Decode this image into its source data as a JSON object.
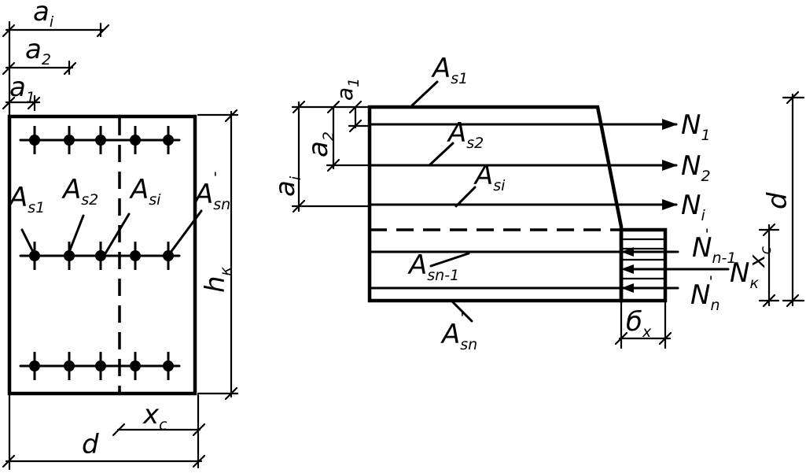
{
  "left_section": {
    "dim_ai": {
      "base": "a",
      "sub": "i"
    },
    "dim_a2": {
      "base": "a",
      "sub": "2"
    },
    "dim_a1": {
      "base": "a",
      "sub": "1"
    },
    "rebar_s1": {
      "base": "A",
      "sub": "s1"
    },
    "rebar_s2": {
      "base": "A",
      "sub": "s2"
    },
    "rebar_si": {
      "base": "A",
      "sub": "si"
    },
    "rebar_sn": {
      "base": "A",
      "sub": "sn",
      "prime": "'"
    },
    "dim_hk": {
      "base": "h",
      "sub": "к"
    },
    "dim_xc": {
      "base": "x",
      "sub": "c"
    },
    "dim_d": "d"
  },
  "right_section": {
    "rebar_s1": {
      "base": "A",
      "sub": "s1"
    },
    "rebar_s2": {
      "base": "A",
      "sub": "s2"
    },
    "rebar_si": {
      "base": "A",
      "sub": "si"
    },
    "rebar_sn1": {
      "base": "A",
      "sub": "sn-1"
    },
    "rebar_sn": {
      "base": "A",
      "sub": "sn",
      "prime": "'"
    },
    "dim_a1": {
      "base": "a",
      "sub": "1"
    },
    "dim_a2": {
      "base": "a",
      "sub": "2"
    },
    "dim_ai": {
      "base": "a",
      "sub": "i"
    },
    "force_1": {
      "base": "N",
      "sub": "1"
    },
    "force_2": {
      "base": "N",
      "sub": "2"
    },
    "force_i": {
      "base": "N",
      "sub": "i"
    },
    "force_n1": {
      "base": "N",
      "sub": "n-1",
      "prime": "'"
    },
    "force_k": {
      "base": "N",
      "sub": "к"
    },
    "force_n": {
      "base": "N",
      "sub": "n",
      "prime": "'"
    },
    "dim_xc": {
      "base": "x",
      "sub": "c"
    },
    "dim_d": "d",
    "dim_sigma": {
      "base": "б",
      "sub": "x"
    }
  }
}
